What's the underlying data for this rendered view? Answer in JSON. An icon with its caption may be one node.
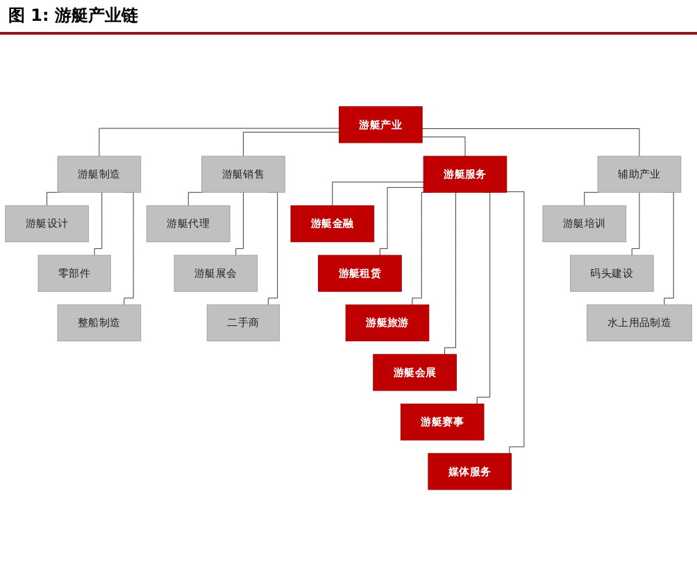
{
  "diagram": {
    "title": "图 1: 游艇产业链",
    "nodes": [
      {
        "text": [
          "游艇产业"
        ]
      },
      {
        "text": [
          "游艇制造"
        ]
      },
      {
        "text": [
          "游艇销售"
        ]
      },
      {
        "text": [
          "游艇服务"
        ]
      },
      {
        "text": [
          "辅助产业"
        ]
      },
      {
        "text": [
          "游艇设计"
        ]
      },
      {
        "text": [
          "零部件"
        ]
      },
      {
        "text": [
          "整船制造"
        ]
      },
      {
        "text": [
          "游艇代理"
        ]
      },
      {
        "text": [
          "游艇展会"
        ]
      },
      {
        "text": [
          "二手商"
        ]
      },
      {
        "text": [
          "游艇金融"
        ]
      },
      {
        "text": [
          "游艇租赁"
        ]
      },
      {
        "text": [
          "游艇旅游"
        ]
      },
      {
        "text": [
          "游艇会展"
        ]
      },
      {
        "text": [
          "游艇赛事"
        ]
      },
      {
        "text": [
          "媒体服务"
        ]
      },
      {
        "text": [
          "游艇培训"
        ]
      },
      {
        "text": [
          "码头建设"
        ]
      },
      {
        "text": [
          "水上用品制造"
        ]
      }
    ],
    "edges": [
      {
        "from": 0,
        "to": 1,
        "arrow": "none"
      },
      {
        "from": 0,
        "to": 2,
        "arrow": "none"
      },
      {
        "from": 0,
        "to": 3,
        "arrow": "none"
      },
      {
        "from": 0,
        "to": 4,
        "arrow": "none"
      },
      {
        "from": 1,
        "to": 5,
        "arrow": "none"
      },
      {
        "from": 1,
        "to": 6,
        "arrow": "none"
      },
      {
        "from": 1,
        "to": 7,
        "arrow": "none"
      },
      {
        "from": 2,
        "to": 8,
        "arrow": "none"
      },
      {
        "from": 2,
        "to": 9,
        "arrow": "none"
      },
      {
        "from": 2,
        "to": 10,
        "arrow": "none"
      },
      {
        "from": 3,
        "to": 11,
        "arrow": "none"
      },
      {
        "from": 3,
        "to": 12,
        "arrow": "none"
      },
      {
        "from": 3,
        "to": 13,
        "arrow": "none"
      },
      {
        "from": 3,
        "to": 14,
        "arrow": "none"
      },
      {
        "from": 3,
        "to": 15,
        "arrow": "none"
      },
      {
        "from": 3,
        "to": 16,
        "arrow": "none"
      },
      {
        "from": 4,
        "to": 17,
        "arrow": "none"
      },
      {
        "from": 4,
        "to": 18,
        "arrow": "none"
      },
      {
        "from": 4,
        "to": 19,
        "arrow": "none"
      }
    ]
  }
}
